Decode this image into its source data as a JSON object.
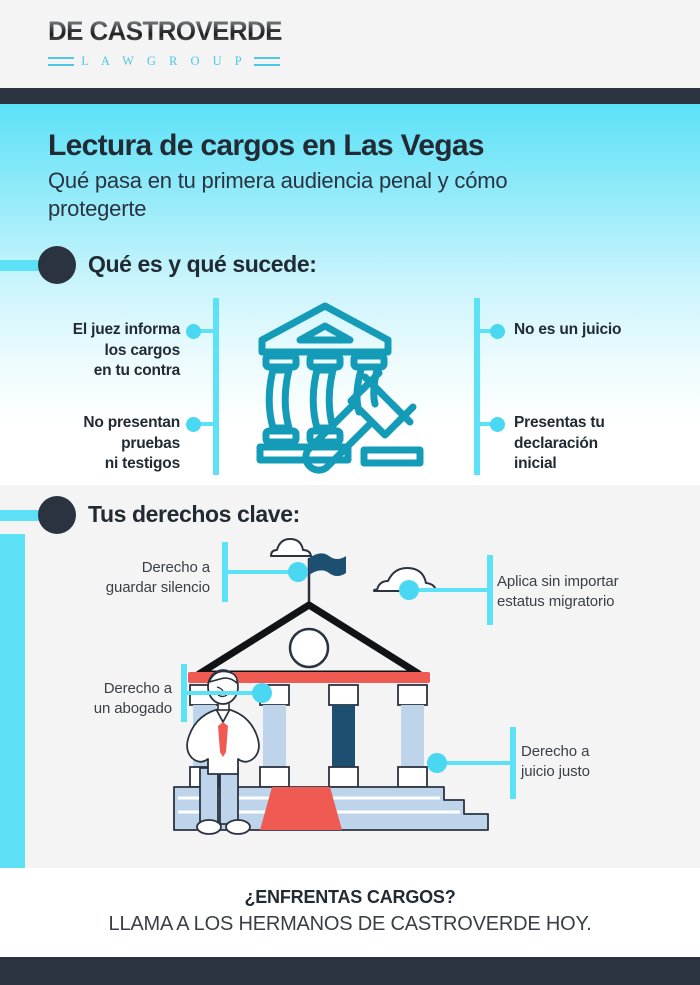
{
  "brand": {
    "name": "DE CASTROVERDE",
    "tagline": "L A W   G R O U P",
    "accent_cyan": "#5ce1f7",
    "accent_teal": "#149bb8",
    "dark": "#2b3340",
    "red": "#ef5b52",
    "navy": "#1d4f70"
  },
  "header": {
    "title": "Lectura de cargos en Las Vegas",
    "subtitle": "Qué pasa en tu primera audiencia penal y cómo protegerte"
  },
  "sections": [
    {
      "heading": "Qué es y qué sucede:",
      "icon": "courthouse-gavel-icon",
      "callouts_left": [
        "El juez informa los cargos en tu contra",
        "No presentan pruebas ni testigos"
      ],
      "callouts_right": [
        "No es un juicio",
        "Presentas tu declaración inicial"
      ]
    },
    {
      "heading": "Tus derechos clave:",
      "icon": "courthouse-person-illustration",
      "callouts_left": [
        "Derecho a guardar silencio",
        "Derecho a un abogado"
      ],
      "callouts_right": [
        "Aplica sin importar estatus migratorio",
        "Derecho a juicio justo"
      ]
    }
  ],
  "s1_left_lines": {
    "a1": "El juez informa",
    "a2": "los cargos",
    "a3": "en tu contra",
    "b1": "No presentan",
    "b2": "pruebas",
    "b3": "ni testigos"
  },
  "s1_right_lines": {
    "a1": "No es un juicio",
    "b1": "Presentas tu",
    "b2": "declaración",
    "b3": "inicial"
  },
  "s2_left_lines": {
    "a1": "Derecho a",
    "a2": "guardar silencio",
    "b1": "Derecho a",
    "b2": "un abogado"
  },
  "s2_right_lines": {
    "a1": "Aplica sin importar",
    "a2": "estatus migratorio",
    "b1": "Derecho a",
    "b2": "juicio justo"
  },
  "cta": {
    "line1": "¿ENFRENTAS CARGOS?",
    "line2": "LLAMA A LOS HERMANOS DE CASTROVERDE HOY."
  }
}
